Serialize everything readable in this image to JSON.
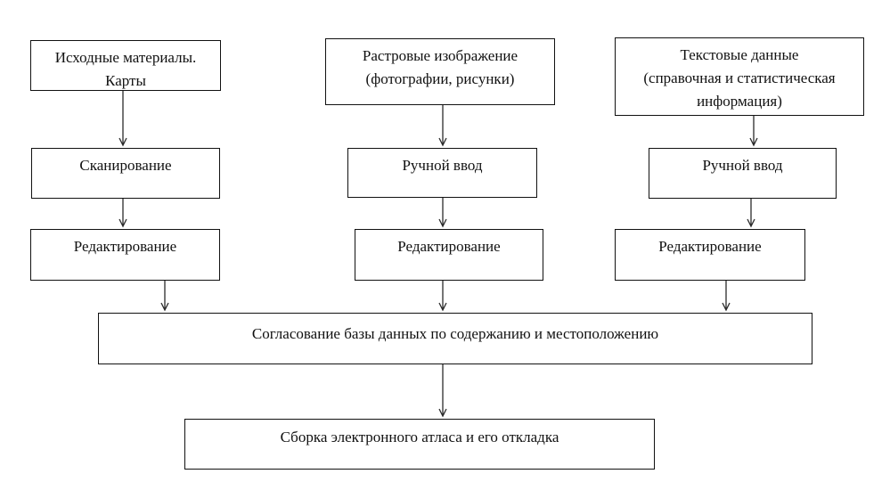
{
  "diagram": {
    "title": "Electronic atlas production flowchart",
    "nodes": {
      "source_maps": {
        "label": "Исходные материалы.\nКарты"
      },
      "raster_images": {
        "label": "Растровые изображение\n(фотографии, рисунки)"
      },
      "text_data": {
        "label": "Текстовые данные\n(справочная и статистическая\nинформация)"
      },
      "scanning": {
        "label": "Сканирование"
      },
      "manual_input_raster": {
        "label": "Ручной ввод"
      },
      "manual_input_text": {
        "label": "Ручной ввод"
      },
      "editing_maps": {
        "label": "Редактирование"
      },
      "editing_raster": {
        "label": "Редактирование"
      },
      "editing_text": {
        "label": "Редактирование"
      },
      "db_coordination": {
        "label": "Согласование базы данных по содержанию и местоположению"
      },
      "atlas_assembly": {
        "label": "Сборка электронного атласа и его откладка"
      }
    },
    "colors": {
      "background": "#ffffff",
      "box_border": "#111111",
      "text": "#111111",
      "arrow": "#2b2b2b"
    }
  }
}
